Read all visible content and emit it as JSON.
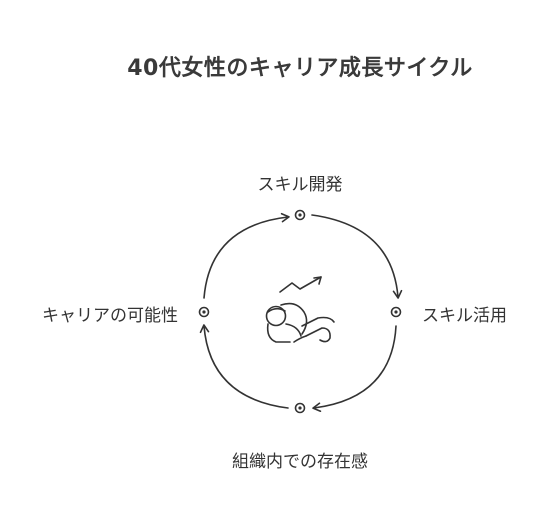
{
  "title": "40代女性のキャリア成長サイクル",
  "nodes": {
    "top": "スキル開発",
    "right": "スキル活用",
    "bottom": "組織内での存在感",
    "left": "キャリアの可能性"
  },
  "center_icon": "person-resting-with-growth-arrow-icon",
  "stroke_color": "#333333"
}
